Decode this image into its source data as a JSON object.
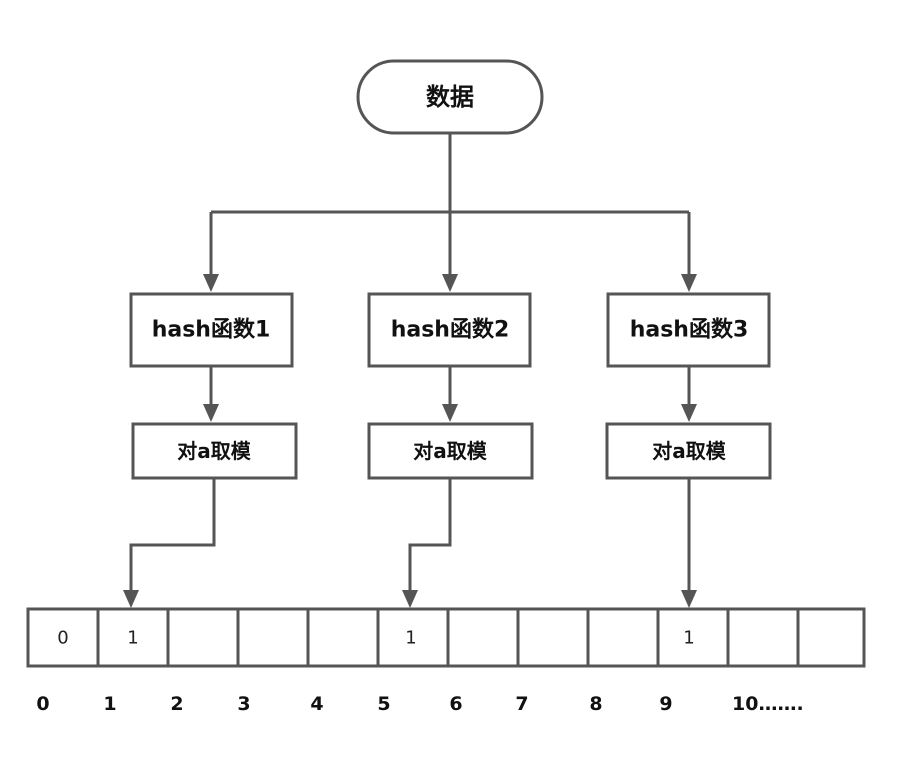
{
  "start_label": "数据",
  "hash_functions": [
    {
      "label": "hash函数1",
      "mod_label": "对a取模"
    },
    {
      "label": "hash函数2",
      "mod_label": "对a取模"
    },
    {
      "label": "hash函数3",
      "mod_label": "对a取模"
    }
  ],
  "bit_array": {
    "cells": [
      "0",
      "1",
      "",
      "",
      "",
      "1",
      "",
      "",
      "",
      "1",
      "",
      ""
    ],
    "indices": [
      "0",
      "1",
      "2",
      "3",
      "4",
      "5",
      "6",
      "7",
      "8",
      "9",
      "10……."
    ]
  }
}
